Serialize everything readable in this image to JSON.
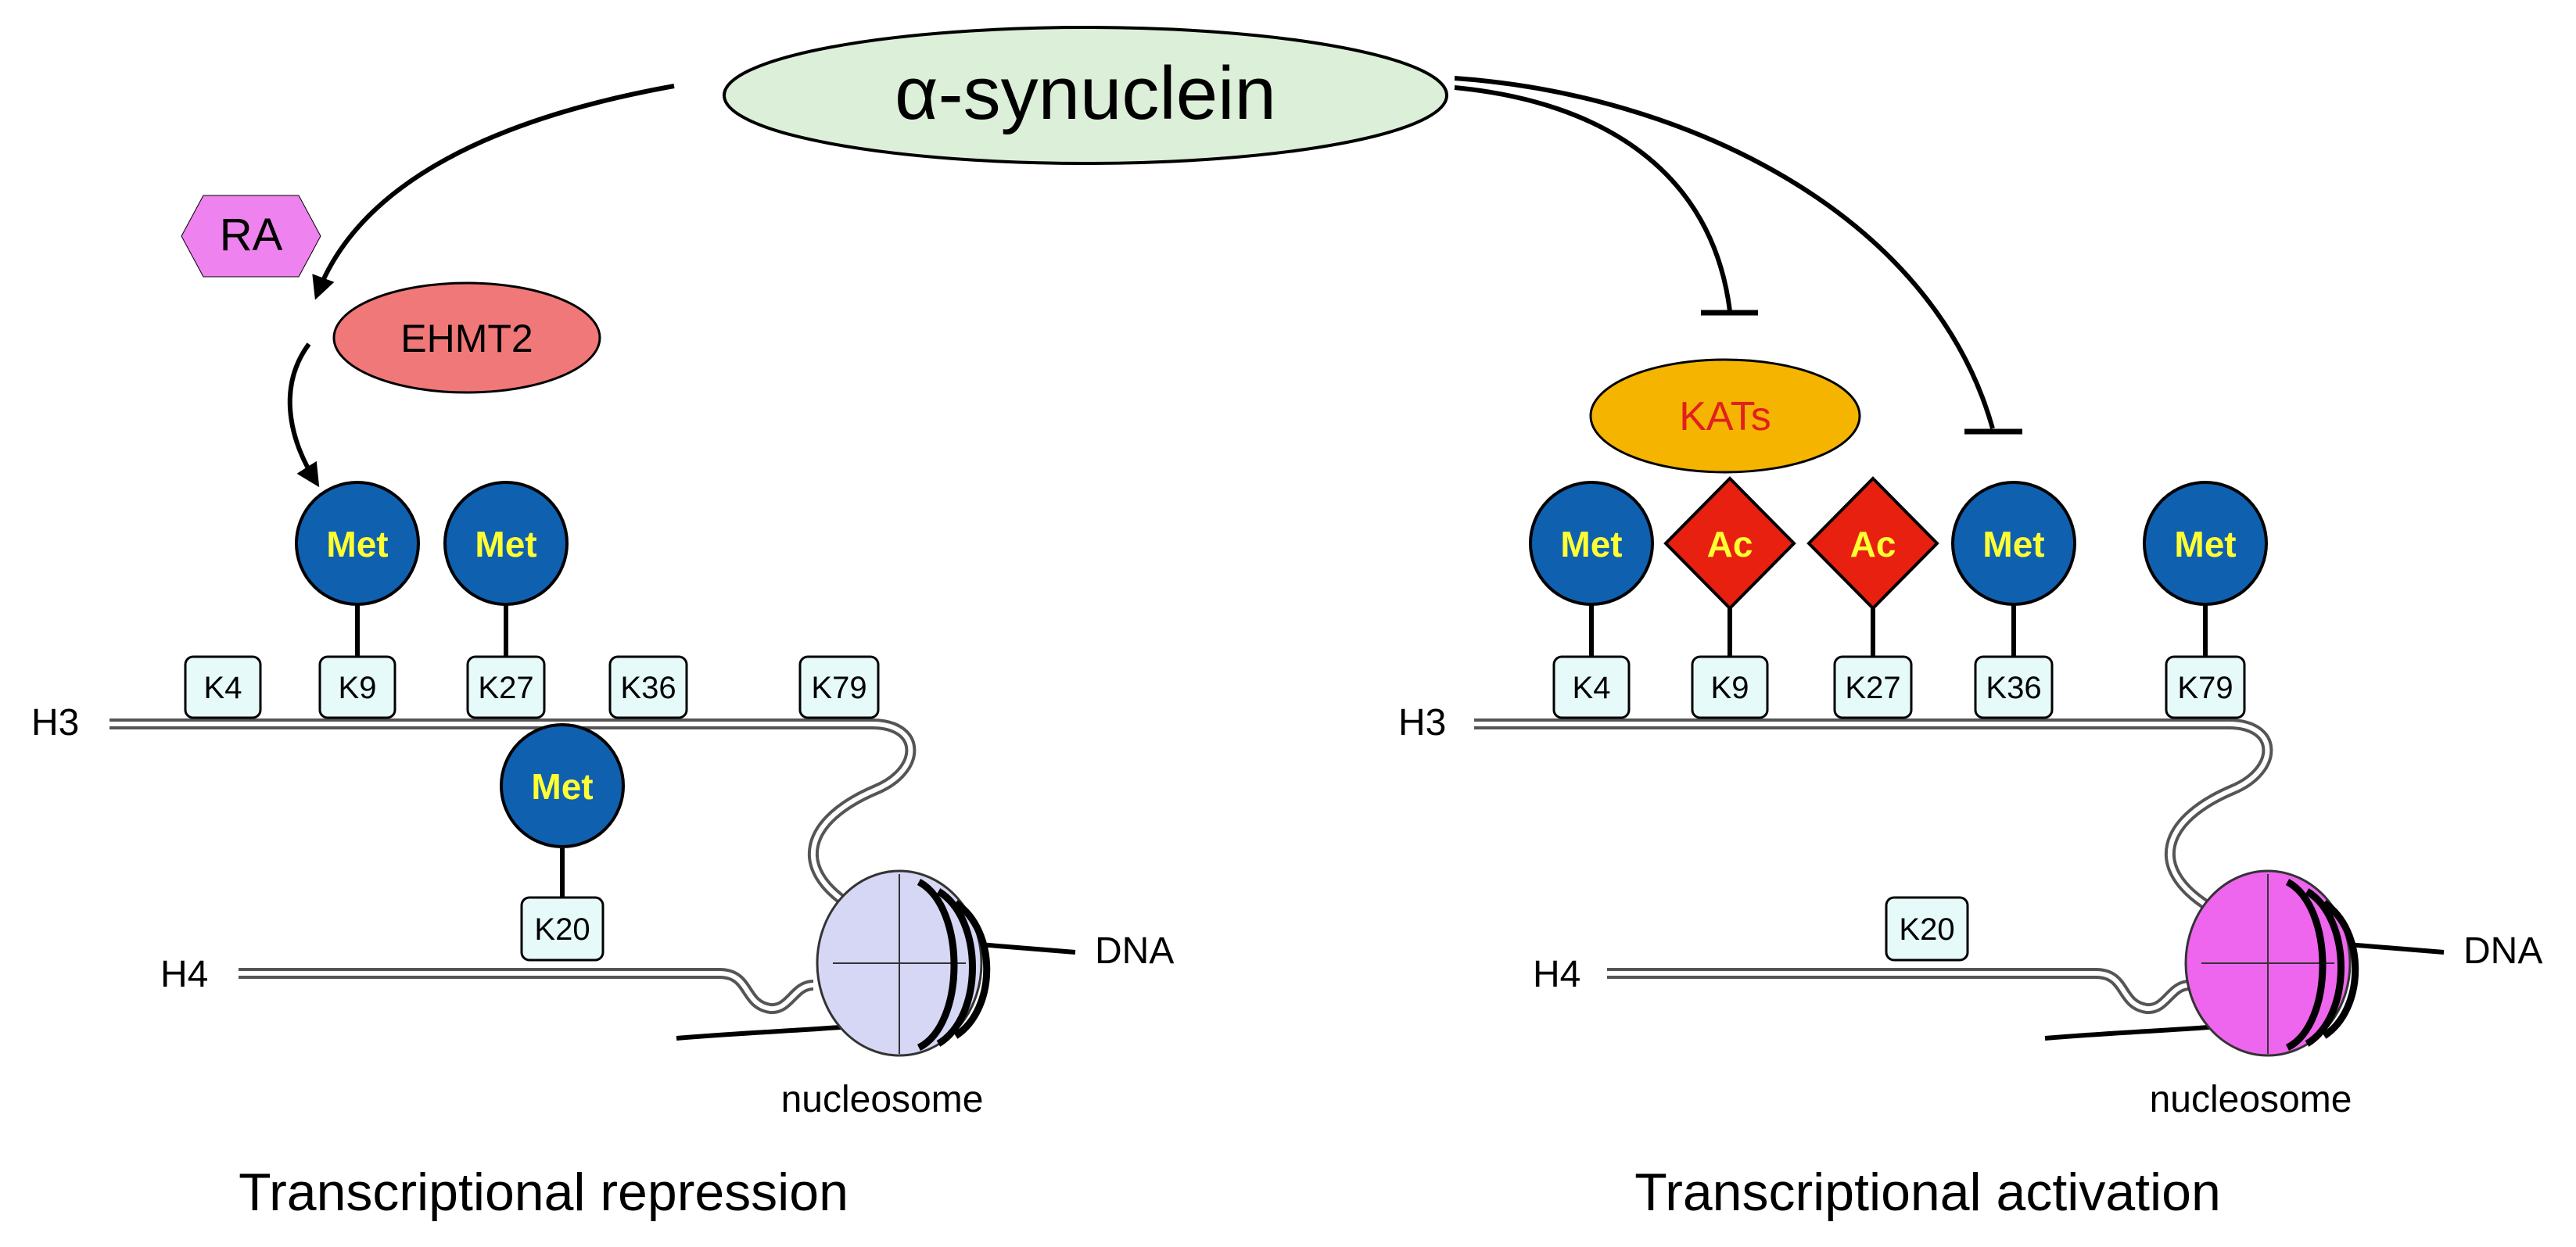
{
  "top": {
    "protein_label": "α-synuclein",
    "ra_label": "RA",
    "ehmt2_label": "EHMT2",
    "kats_label": "KATs"
  },
  "left_panel": {
    "h3_label": "H3",
    "h4_label": "H4",
    "dna_label": "DNA",
    "nucleosome_label": "nucleosome",
    "caption": "Transcriptional repression",
    "h3_sites": [
      "K4",
      "K9",
      "K27",
      "K36",
      "K79"
    ],
    "h4_site": "K20",
    "modification_label": "Met",
    "nucleosome_color": "#d6d6f5"
  },
  "right_panel": {
    "h3_label": "H3",
    "h4_label": "H4",
    "dna_label": "DNA",
    "nucleosome_label": "nucleosome",
    "caption": "Transcriptional activation",
    "h3_sites": [
      "K4",
      "K9",
      "K27",
      "K36",
      "K79"
    ],
    "h4_site": "K20",
    "met_label": "Met",
    "ac_label": "Ac",
    "nucleosome_color": "#ee66ee"
  },
  "colors": {
    "synuclein_fill": "#dcefd8",
    "ra_fill": "#ee82ee",
    "ehmt2_fill": "#f07878",
    "kats_fill": "#f5b400",
    "kats_text": "#e02020",
    "met_fill": "#1060b0",
    "ac_fill": "#e82010",
    "site_fill": "#e6fafa"
  }
}
